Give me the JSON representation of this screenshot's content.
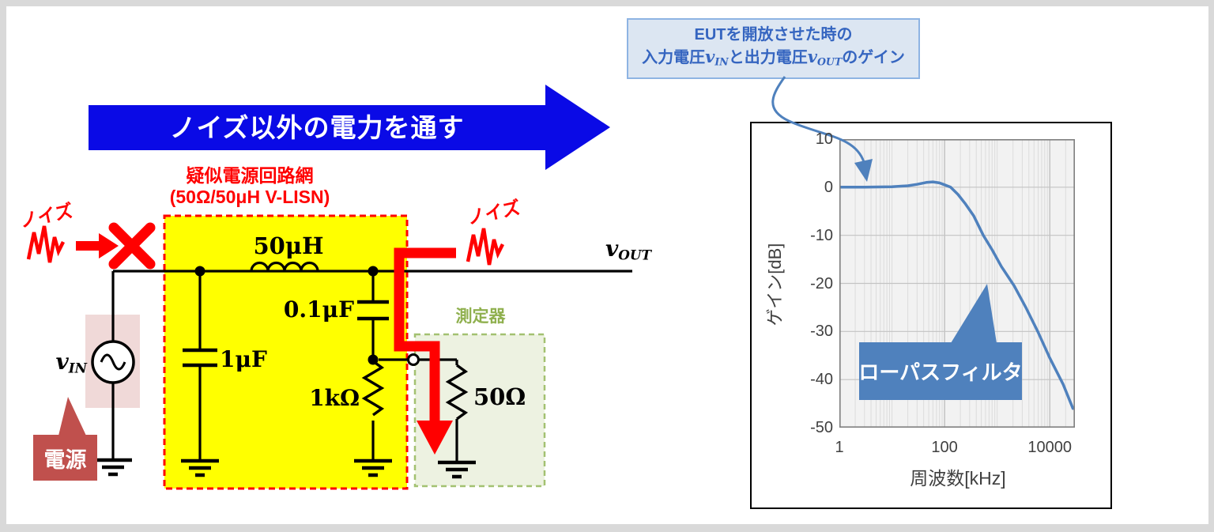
{
  "flow_arrow": {
    "label": "ノイズ以外の電力を通す",
    "color": "#0a0ae6"
  },
  "lisn": {
    "title_line1": "疑似電源回路網",
    "title_line2": "(50Ω/50μH V-LISN)",
    "title_color": "#ff0000",
    "box_fill": "#ffff00",
    "inductor_label": "50μH",
    "series_cap_label": "0.1μF",
    "shunt_cap_label": "1μF",
    "resistor_label": "1kΩ"
  },
  "source": {
    "v_base": "v",
    "v_sub": "IN",
    "callout_label": "電源",
    "callout_color": "#c0504d",
    "highlight_fill": "#f0d9d8"
  },
  "output": {
    "v_base": "v",
    "v_sub": "OUT"
  },
  "noise": {
    "left_label": "ノイズ",
    "right_label": "ノイズ",
    "color": "#ff0000"
  },
  "meter": {
    "label": "測定器",
    "label_color": "#8fb04e",
    "box_fill": "#edf2e1",
    "resistor_label": "50Ω"
  },
  "eut_callout": {
    "line1": "EUTを開放させた時の",
    "line2_part1": "入力電圧",
    "v1": {
      "base": "v",
      "sub": "IN"
    },
    "line2_part2": "と出力電圧",
    "v2": {
      "base": "v",
      "sub": "OUT"
    },
    "line2_part3": "のゲイン",
    "fill": "#dce6f2",
    "border": "#8eb4e3",
    "text_color": "#3565c0"
  },
  "lowpass_callout": {
    "label": "ローパスフィルタ",
    "fill": "#4f81bd"
  },
  "chart_data": {
    "type": "line",
    "title": "",
    "xlabel": "周波数[kHz]",
    "ylabel": "ゲイン[dB]",
    "x_scale": "log",
    "xlim": [
      1,
      30000
    ],
    "ylim": [
      -50,
      10
    ],
    "x_ticks": [
      1,
      100,
      10000
    ],
    "y_ticks": [
      10,
      0,
      -10,
      -20,
      -30,
      -40,
      -50
    ],
    "grid": true,
    "legend": false,
    "plot_bg": "#f2f2f2",
    "line_color": "#4f81bd",
    "series": [
      {
        "name": "gain",
        "points": [
          [
            1,
            0
          ],
          [
            3,
            0
          ],
          [
            10,
            0.1
          ],
          [
            20,
            0.3
          ],
          [
            30,
            0.6
          ],
          [
            45,
            1.0
          ],
          [
            60,
            1.1
          ],
          [
            80,
            0.9
          ],
          [
            100,
            0.5
          ],
          [
            130,
            0
          ],
          [
            180,
            -1.5
          ],
          [
            250,
            -3.5
          ],
          [
            360,
            -6
          ],
          [
            545,
            -10
          ],
          [
            800,
            -13
          ],
          [
            1200,
            -16.5
          ],
          [
            2100,
            -20.5
          ],
          [
            3500,
            -25
          ],
          [
            5900,
            -30
          ],
          [
            10000,
            -35.5
          ],
          [
            18000,
            -41
          ],
          [
            27500,
            -46
          ]
        ]
      }
    ]
  }
}
